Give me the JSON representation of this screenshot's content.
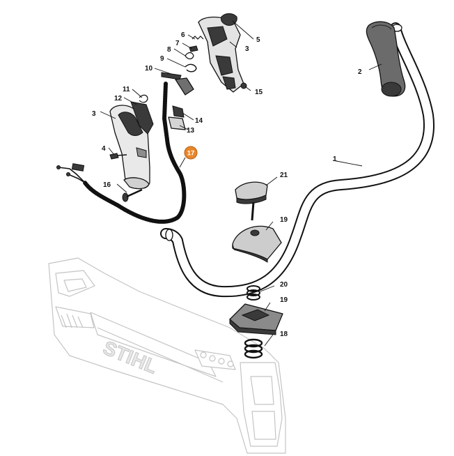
{
  "diagram": {
    "highlight_color": "#e8872b",
    "callouts": [
      {
        "id": "c1",
        "text": "1"
      },
      {
        "id": "c2",
        "text": "2"
      },
      {
        "id": "c3a",
        "text": "3"
      },
      {
        "id": "c3b",
        "text": "3"
      },
      {
        "id": "c4",
        "text": "4"
      },
      {
        "id": "c5",
        "text": "5"
      },
      {
        "id": "c6",
        "text": "6"
      },
      {
        "id": "c7",
        "text": "7"
      },
      {
        "id": "c8",
        "text": "8"
      },
      {
        "id": "c9",
        "text": "9"
      },
      {
        "id": "c10",
        "text": "10"
      },
      {
        "id": "c11",
        "text": "11"
      },
      {
        "id": "c12",
        "text": "12"
      },
      {
        "id": "c13",
        "text": "13"
      },
      {
        "id": "c14",
        "text": "14"
      },
      {
        "id": "c15",
        "text": "15"
      },
      {
        "id": "c16",
        "text": "16"
      },
      {
        "id": "c17",
        "text": "17",
        "highlighted": true
      },
      {
        "id": "c18",
        "text": "18"
      },
      {
        "id": "c19a",
        "text": "19"
      },
      {
        "id": "c19b",
        "text": "19"
      },
      {
        "id": "c20",
        "text": "20"
      },
      {
        "id": "c21",
        "text": "21"
      }
    ],
    "brand_mark": "STIHL"
  }
}
